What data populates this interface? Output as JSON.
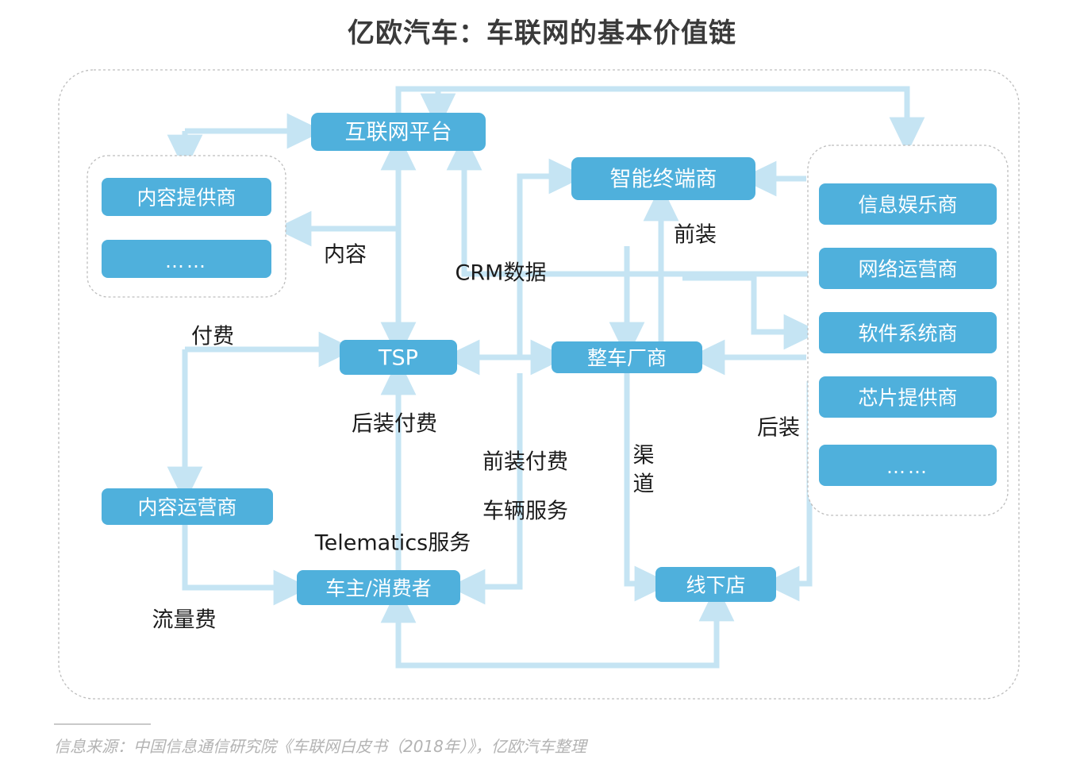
{
  "title": "亿欧汽车：车联网的基本价值链",
  "footer": {
    "source": "信息来源：中国信息通信研究院《车联网白皮书（2018年）》，亿欧汽车整理"
  },
  "colors": {
    "node_fill": "#4FB0DC",
    "arrow": "#C5E4F3",
    "group_border": "#BDBDBD",
    "title_text": "#3A3A3A",
    "label_text": "#1B1B1B",
    "footer_text": "#B3B3B3"
  },
  "nodes": [
    {
      "id": "internet_platform",
      "label": "互联网平台"
    },
    {
      "id": "smart_terminal",
      "label": "智能终端商"
    },
    {
      "id": "tsp",
      "label": "TSP"
    },
    {
      "id": "oem",
      "label": "整车厂商"
    },
    {
      "id": "content_operator",
      "label": "内容运营商"
    },
    {
      "id": "car_owner",
      "label": "车主/消费者"
    },
    {
      "id": "offline_store",
      "label": "线下店"
    }
  ],
  "groups": [
    {
      "id": "content_group",
      "items": [
        {
          "id": "content_provider",
          "label": "内容提供商"
        },
        {
          "id": "content_etc",
          "label": "……"
        }
      ]
    },
    {
      "id": "supplier_group",
      "items": [
        {
          "id": "infotainment",
          "label": "信息娱乐商"
        },
        {
          "id": "network_op",
          "label": "网络运营商"
        },
        {
          "id": "software_sys",
          "label": "软件系统商"
        },
        {
          "id": "chip_provider",
          "label": "芯片提供商"
        },
        {
          "id": "supplier_etc",
          "label": "……"
        }
      ]
    }
  ],
  "edge_labels": [
    {
      "id": "content",
      "text": "内容"
    },
    {
      "id": "crm_data",
      "text": "CRM数据"
    },
    {
      "id": "pre_install",
      "text": "前装"
    },
    {
      "id": "pay",
      "text": "付费"
    },
    {
      "id": "post_pay",
      "text": "后装付费"
    },
    {
      "id": "pre_pay",
      "text": "前装付费"
    },
    {
      "id": "vehicle_service",
      "text": "车辆服务"
    },
    {
      "id": "telematics",
      "text": "Telematics服务"
    },
    {
      "id": "channel_1",
      "text": "渠"
    },
    {
      "id": "channel_2",
      "text": "道"
    },
    {
      "id": "post_install",
      "text": "后装"
    },
    {
      "id": "data_fee",
      "text": "流量费"
    }
  ]
}
